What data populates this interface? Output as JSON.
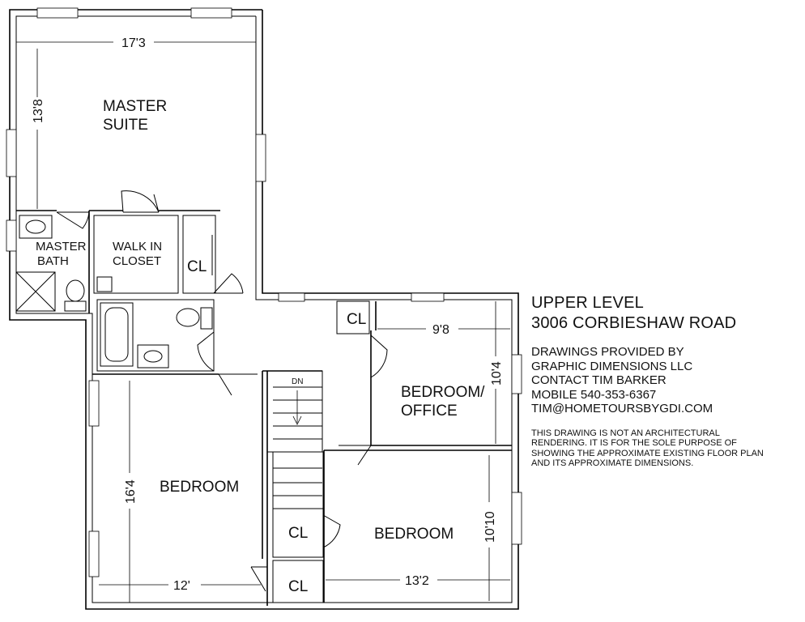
{
  "rooms": {
    "master_suite": [
      "MASTER",
      "SUITE"
    ],
    "master_bath": [
      "MASTER",
      "BATH"
    ],
    "walk_in_closet": [
      "WALK IN",
      "CLOSET"
    ],
    "closet_label": "CL",
    "bedroom_office": [
      "BEDROOM/",
      "OFFICE"
    ],
    "bedroom_left": "BEDROOM",
    "bedroom_right": "BEDROOM",
    "stair_label": "DN"
  },
  "dimensions": {
    "master_width": "17'3",
    "master_depth": "13'8",
    "office_width": "9'8",
    "office_depth": "10'4",
    "left_bed_depth": "16'4",
    "left_bed_width": "12'",
    "right_bed_width": "13'2",
    "right_bed_depth": "10'10"
  },
  "info": {
    "heading": [
      "UPPER LEVEL",
      "3006 CORBIESHAW ROAD"
    ],
    "credits": [
      "DRAWINGS PROVIDED BY",
      "GRAPHIC DIMENSIONS LLC",
      "CONTACT TIM BARKER",
      "MOBILE 540-353-6367",
      "TIM@HOMETOURSBYGDI.COM"
    ],
    "disclaimer": [
      "THIS DRAWING IS NOT AN ARCHITECTURAL",
      "RENDERING.  IT IS FOR THE SOLE PURPOSE OF",
      "SHOWING THE APPROXIMATE EXISTING FLOOR PLAN",
      "AND ITS APPROXIMATE DIMENSIONS."
    ]
  }
}
